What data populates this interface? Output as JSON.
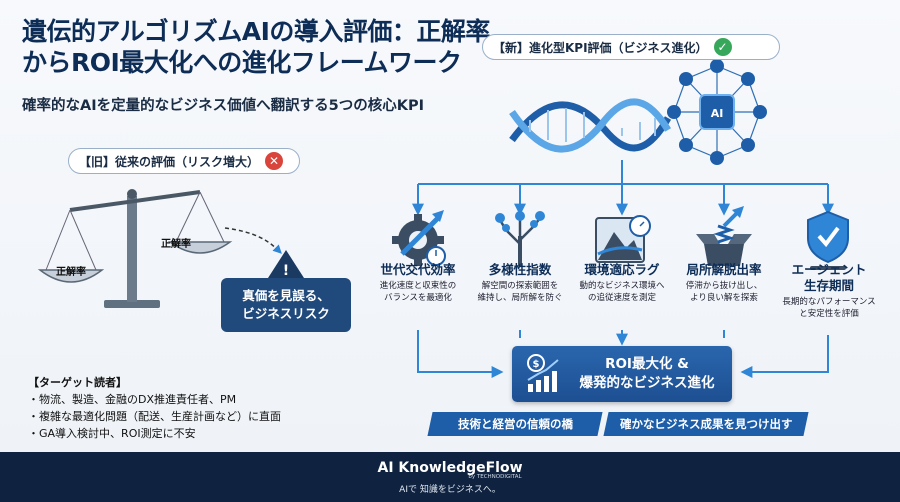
{
  "title": "遺伝的アルゴリズムAIの導入評価：正解率からROI最大化への進化フレームワーク",
  "subtitle": "確率的なAIを定量的なビジネス価値へ翻訳する5つの核心KPI",
  "new_eval": {
    "label": "【新】進化型KPI評価（ビジネス進化）",
    "status_icon": "check-icon",
    "color": "#37a85b"
  },
  "old_eval": {
    "label": "【旧】従来の評価（リスク増大）",
    "status_icon": "cross-icon",
    "color": "#d9443b"
  },
  "scale": {
    "left_label": "正解率",
    "right_label": "正解率"
  },
  "ai_chip_label": "AI",
  "warning": {
    "line1": "真価を見誤る、",
    "line2": "ビジネスリスク"
  },
  "kpis": [
    {
      "title": "世代交代効率",
      "desc1": "進化速度と収束性の",
      "desc2": "バランスを最適化",
      "icon": "gear-arrow-icon"
    },
    {
      "title": "多様性指数",
      "desc1": "解空間の探索範囲を",
      "desc2": "維持し、局所解を防ぐ",
      "icon": "tree-icon"
    },
    {
      "title": "環境適応ラグ",
      "desc1": "動的なビジネス環境へ",
      "desc2": "の追従速度を測定",
      "icon": "mountain-clock-icon"
    },
    {
      "title": "局所解脱出率",
      "desc1": "停滞から抜け出し、",
      "desc2": "より良い解を探索",
      "icon": "box-spring-icon"
    },
    {
      "title": "エージェント",
      "title2": "生存期間",
      "desc1": "長期的なパフォーマンス",
      "desc2": "と安定性を評価",
      "icon": "shield-check-icon"
    }
  ],
  "roi": {
    "line1": "ROI最大化 &",
    "line2": "爆発的なビジネス進化",
    "icon": "dollar-growth-icon"
  },
  "banners": [
    "技術と経営の信頼の橋",
    "確かなビジネス成果を見つけ出す"
  ],
  "target": {
    "heading": "【ターゲット読者】",
    "items": [
      "・物流、製造、金融のDX推進責任者、PM",
      "・複雑な最適化問題（配送、生産計画など）に直面",
      "・GA導入検討中、ROI測定に不安"
    ]
  },
  "footer": {
    "brand": "AI KnowledgeFlow",
    "by": "by TECHNODIGITAL",
    "tagline": "AIで 知識をビジネスへ。"
  },
  "colors": {
    "navy": "#0d2d57",
    "blue": "#1e5ea8",
    "accent": "#2f86d6"
  }
}
